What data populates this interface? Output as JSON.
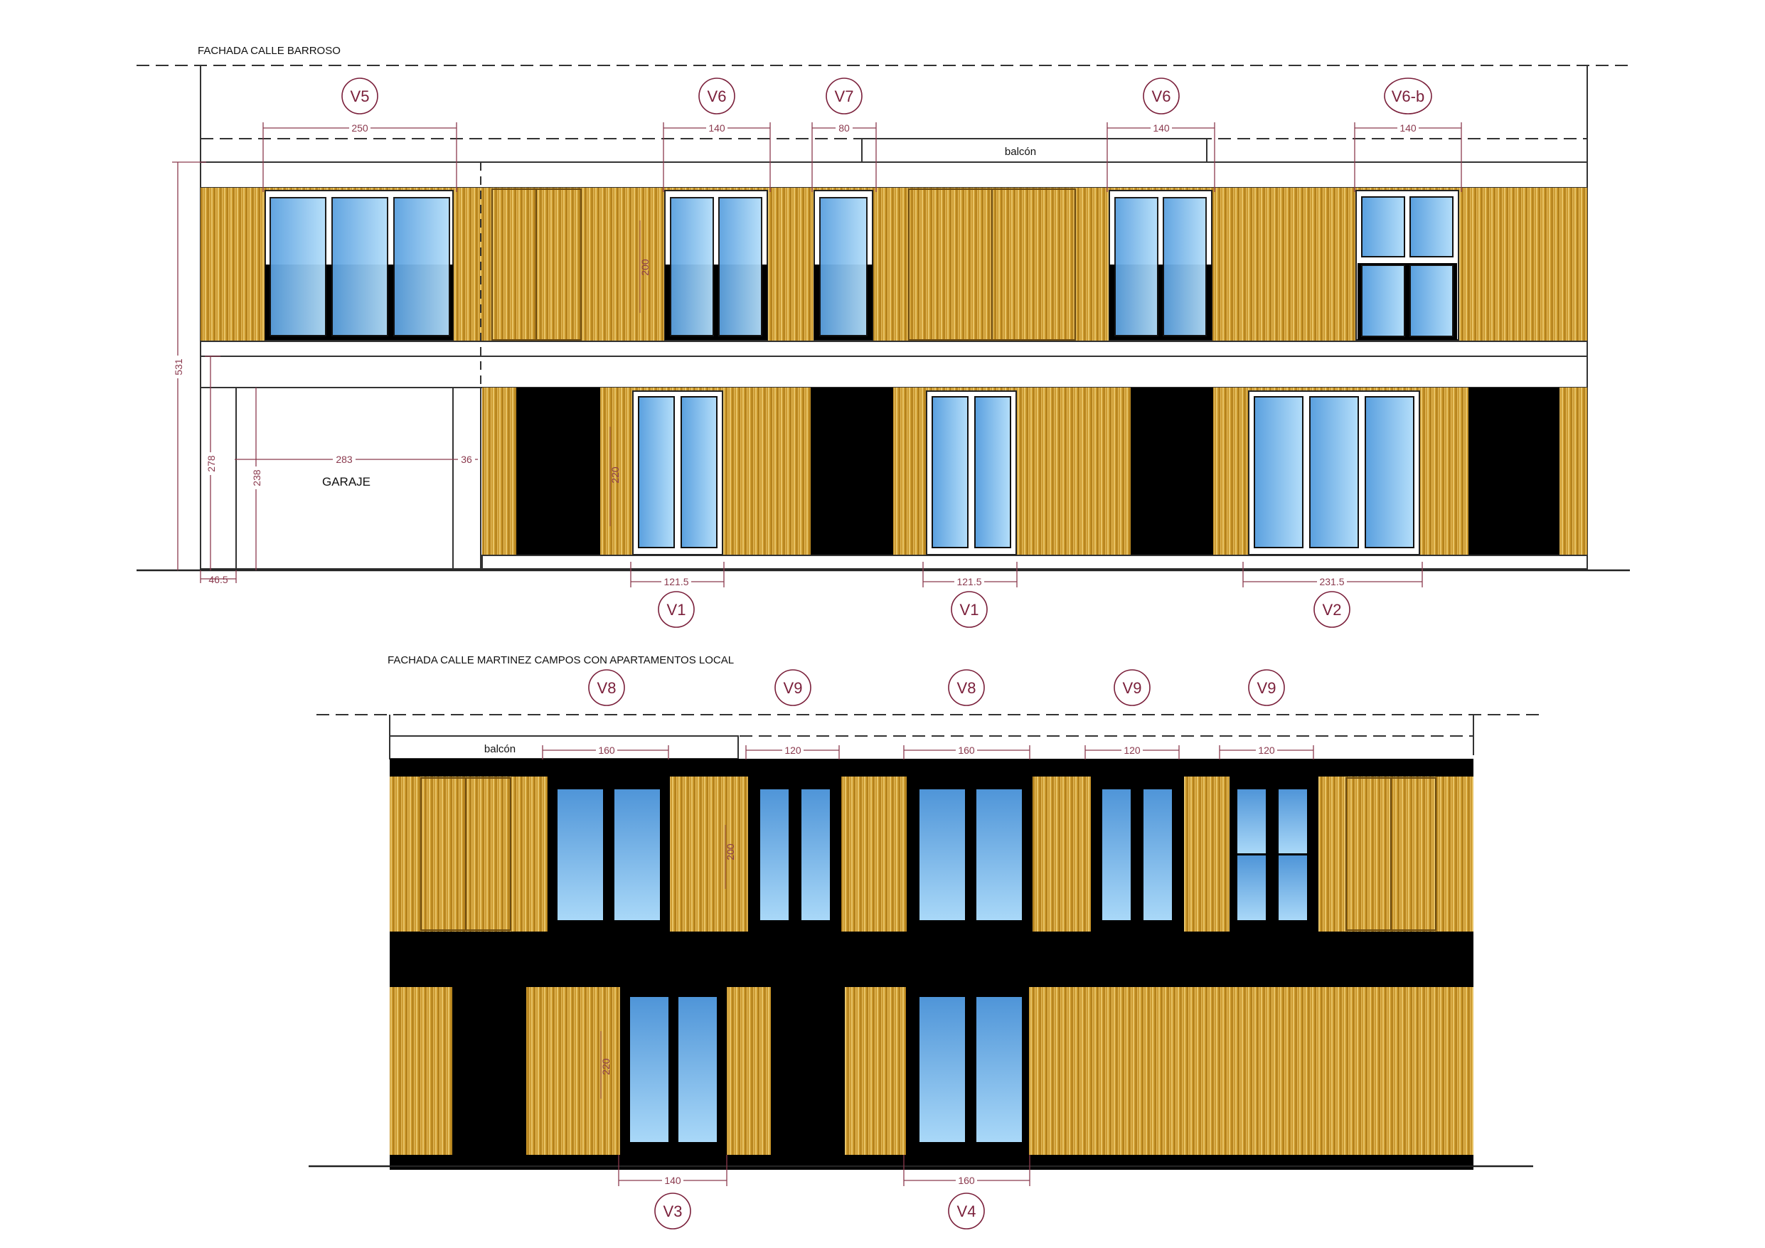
{
  "colors": {
    "wood": "#c9962a",
    "wood_line": "#e8c467",
    "glass_top": "#4f95d8",
    "glass_bottom": "#a9d8f8",
    "dim": "#8b3a4e",
    "tag": "#7a1f3a",
    "dark": "#000000"
  },
  "elevation1": {
    "title": "FACHADA CALLE BARROSO",
    "balcony_label": "balcón",
    "garage_label": "GARAJE",
    "tags_top": [
      "V5",
      "V6",
      "V7",
      "V6",
      "V6-b"
    ],
    "tags_bottom": [
      "V1",
      "V1",
      "V2"
    ],
    "dims_top": [
      "250",
      "140",
      "80",
      "140",
      "140"
    ],
    "dims_bottom": [
      "121.5",
      "121.5",
      "231.5"
    ],
    "dim_vertical_total": "531",
    "dim_vertical_ground": "278",
    "dim_vertical_garage": "238",
    "dim_garage_width": "283",
    "dim_garage_side": "36",
    "dim_base_left": "46.5",
    "dim_window_height_upper": "200",
    "dim_window_height_lower": "220"
  },
  "elevation2": {
    "title": "FACHADA CALLE MARTINEZ CAMPOS CON APARTAMENTOS LOCAL",
    "balcony_label": "balcón",
    "tags_top": [
      "V8",
      "V9",
      "V8",
      "V9",
      "V9"
    ],
    "tags_bottom": [
      "V3",
      "V4"
    ],
    "dims_top": [
      "160",
      "120",
      "160",
      "120",
      "120"
    ],
    "dims_bottom": [
      "140",
      "160"
    ],
    "dim_window_height_upper": "200",
    "dim_window_height_lower": "220"
  }
}
